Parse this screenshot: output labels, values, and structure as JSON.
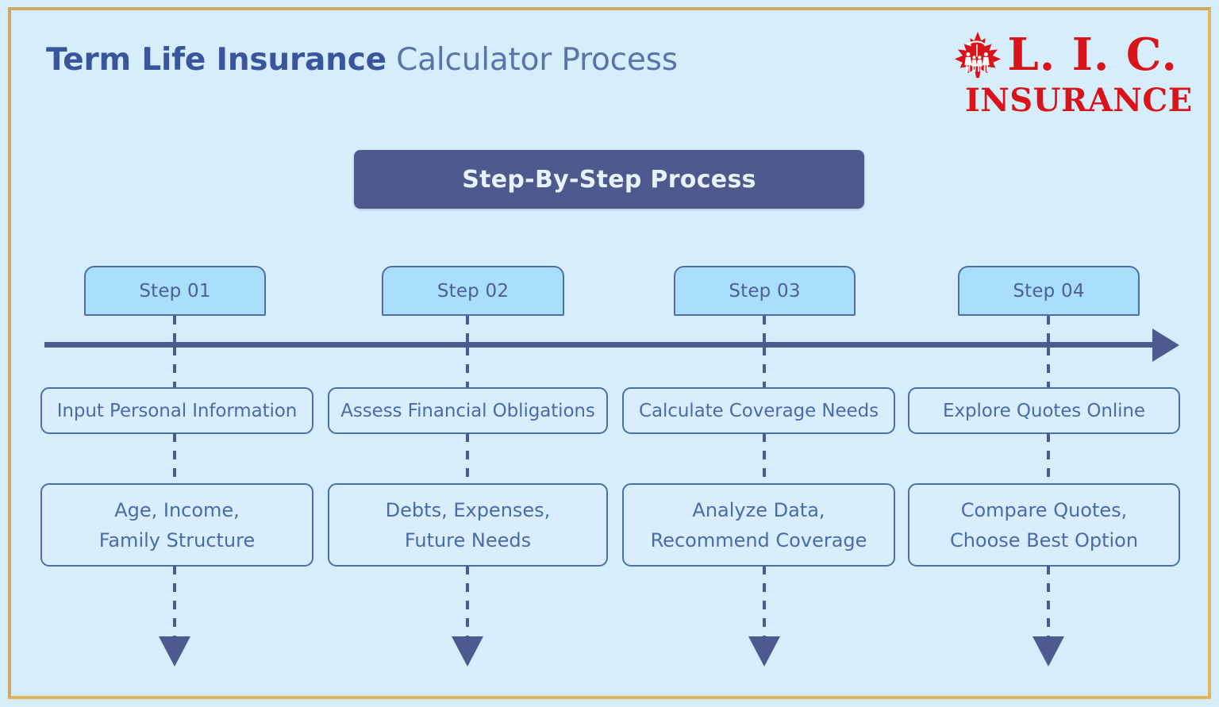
{
  "page": {
    "background_color": "#d6eefc",
    "frame_color": "#d9ab5e",
    "accent_color": "#4d5a8f",
    "chip_color": "#aadffb",
    "border_color": "#4d6ea6",
    "logo_color": "#d8131a"
  },
  "header": {
    "title_strong": "Term Life Insurance",
    "title_light": "Calculator Process"
  },
  "logo": {
    "mark": "L. I. C.",
    "wordmark": "INSURANCE",
    "leaf_icon": "maple-leaf-family-umbrella-icon"
  },
  "banner": {
    "label": "Step-By-Step Process"
  },
  "timeline": {
    "arrow_icon": "right-arrow-icon"
  },
  "steps": [
    {
      "chip": "Step 01",
      "task": "Input Personal Information",
      "detail_lines": [
        "Age, Income,",
        "Family Structure"
      ],
      "down_arrow_icon": "down-arrow-icon"
    },
    {
      "chip": "Step 02",
      "task": "Assess Financial Obligations",
      "detail_lines": [
        "Debts, Expenses,",
        "Future Needs"
      ],
      "down_arrow_icon": "down-arrow-icon"
    },
    {
      "chip": "Step 03",
      "task": "Calculate Coverage Needs",
      "detail_lines": [
        "Analyze Data,",
        "Recommend Coverage"
      ],
      "down_arrow_icon": "down-arrow-icon"
    },
    {
      "chip": "Step 04",
      "task": "Explore Quotes Online",
      "detail_lines": [
        "Compare Quotes,",
        "Choose Best Option"
      ],
      "down_arrow_icon": "down-arrow-icon"
    }
  ]
}
